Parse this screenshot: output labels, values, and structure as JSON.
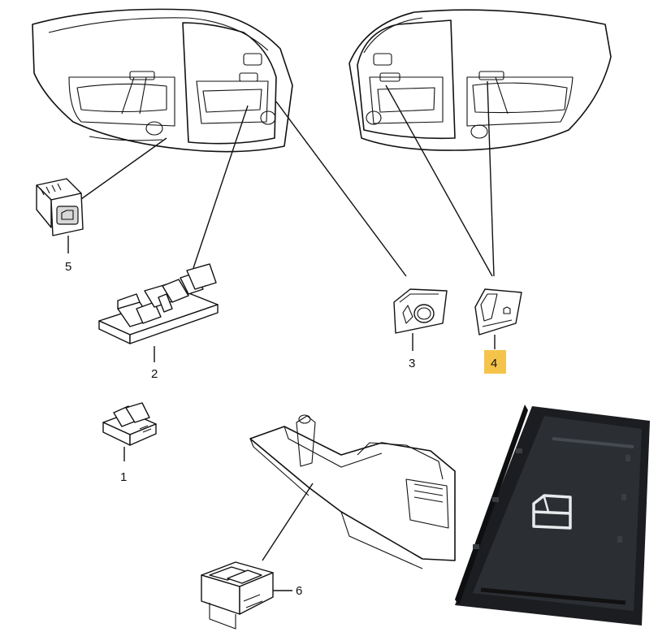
{
  "callouts": {
    "c1": "1",
    "c2": "2",
    "c3": "3",
    "c4": "4",
    "c5": "5",
    "c6": "6"
  },
  "highlight_color": "#f6c34a",
  "icons": {
    "window_symbol": "window-glyph-icon"
  }
}
